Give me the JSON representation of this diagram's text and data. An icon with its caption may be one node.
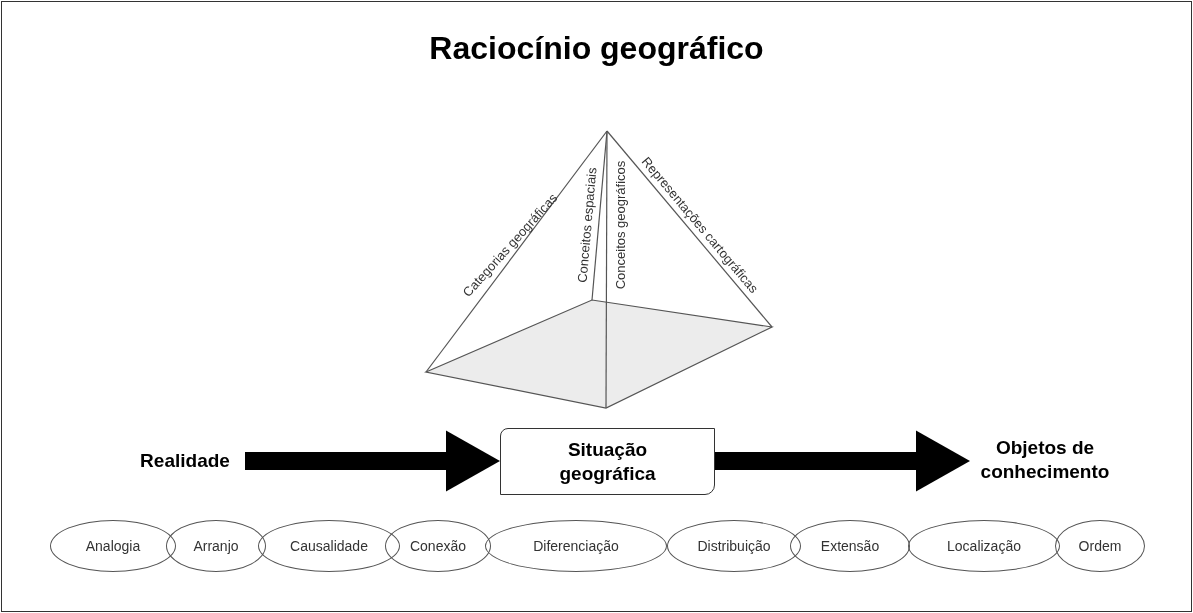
{
  "diagram": {
    "title": "Raciocínio geográfico",
    "nodes": [
      {
        "text": [
          "Realidade"
        ]
      },
      {
        "text": [
          "Situação geográfica"
        ]
      },
      {
        "text": [
          "Objetos de conhecimento"
        ]
      },
      {
        "text": [
          "Analogia"
        ]
      },
      {
        "text": [
          "Arranjo"
        ]
      },
      {
        "text": [
          "Causalidade"
        ]
      },
      {
        "text": [
          "Conexão"
        ]
      },
      {
        "text": [
          "Diferenciação"
        ]
      },
      {
        "text": [
          "Distribuição"
        ]
      },
      {
        "text": [
          "Extensão"
        ]
      },
      {
        "text": [
          "Localização"
        ]
      },
      {
        "text": [
          "Ordem"
        ]
      }
    ],
    "edges": [
      {
        "from": 0,
        "to": 1,
        "arrow": "to"
      },
      {
        "from": 1,
        "to": 2,
        "arrow": "to"
      }
    ],
    "labels": [
      "Categorias geográficas",
      "Conceitos espaciais",
      "Conceitos geográficos",
      "Representações cartográficas"
    ]
  }
}
